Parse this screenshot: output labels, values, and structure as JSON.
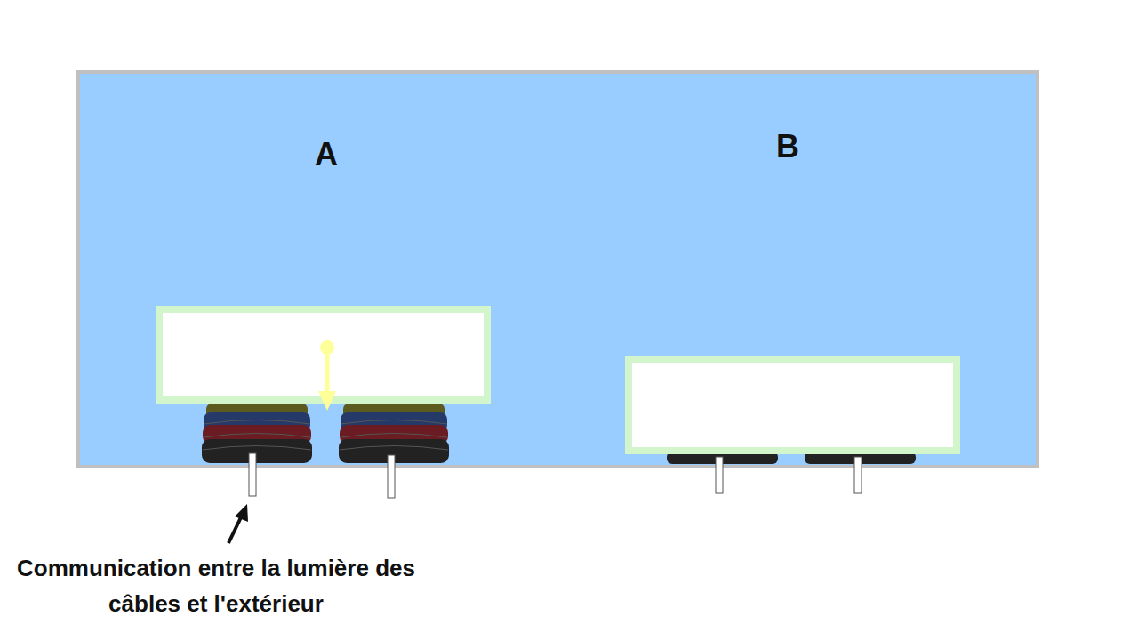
{
  "diagram": {
    "labels": [
      "A",
      "B",
      "Communication entre la lumière des câbles et l'extérieur"
    ]
  }
}
